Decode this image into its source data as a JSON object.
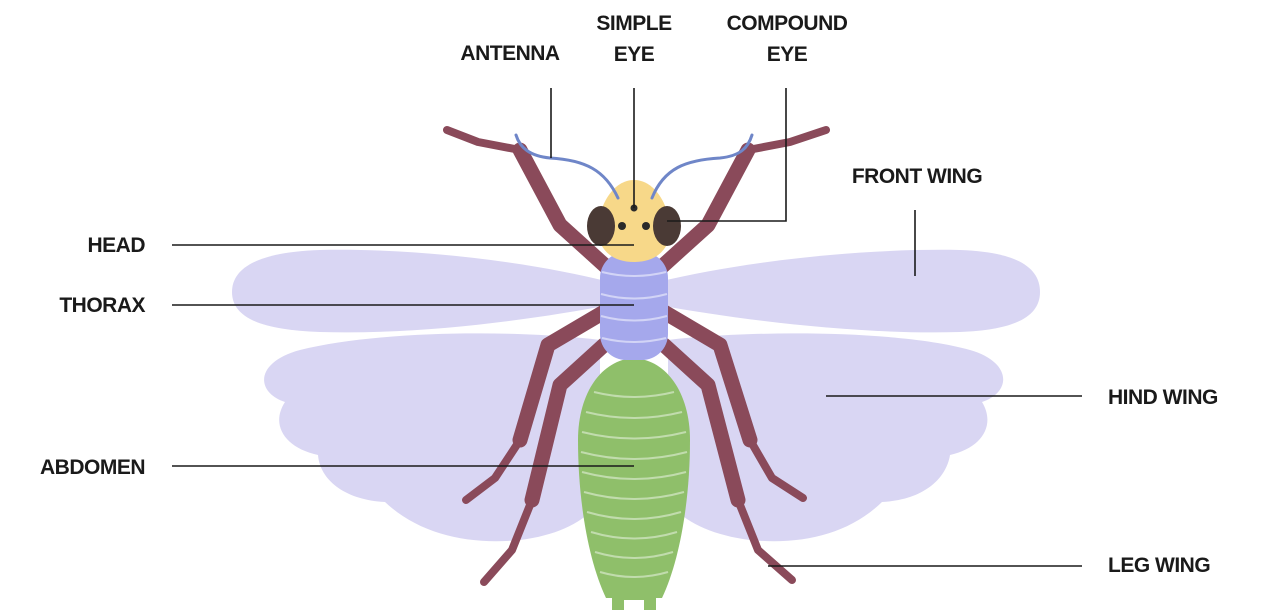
{
  "labels": {
    "antenna": "ANTENNA",
    "simple_eye_1": "SIMPLE",
    "simple_eye_2": "EYE",
    "compound_eye_1": "COMPOUND",
    "compound_eye_2": "EYE",
    "front_wing": "FRONT WING",
    "head": "HEAD",
    "thorax": "THORAX",
    "hind_wing": "HIND WING",
    "abdomen": "ABDOMEN",
    "leg_wing": "LEG WING"
  },
  "colors": {
    "wing": "#d9d6f3",
    "head": "#f7d889",
    "eye": "#4a3a35",
    "antenna": "#6f86c8",
    "thorax": "#a5a8ec",
    "abdomen": "#8fbf6a",
    "leg": "#8a4a5a",
    "leader_line": "#1a1a1a"
  }
}
